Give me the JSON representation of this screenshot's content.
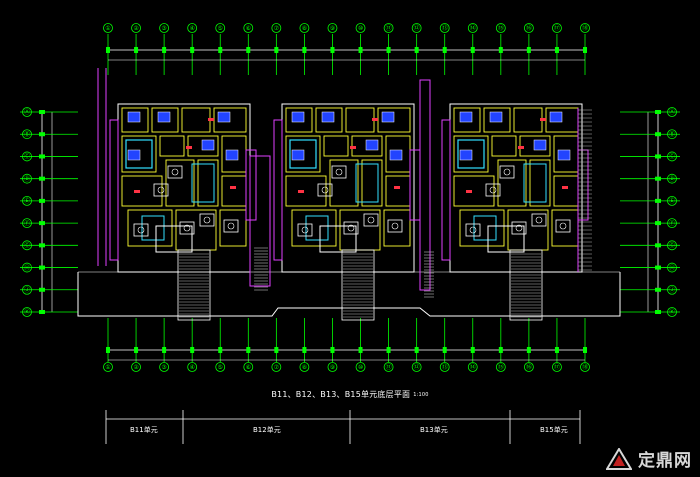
{
  "drawing": {
    "title": "B11、B12、B13、B15单元底层平面",
    "scale": "1:100",
    "units": [
      "B11单元",
      "B12单元",
      "B13单元",
      "B15单元"
    ],
    "top_axis_labels": [
      "①",
      "②",
      "③",
      "④",
      "⑤",
      "⑥",
      "⑦",
      "⑧",
      "⑨",
      "⑩",
      "⑪",
      "⑫",
      "⑬",
      "⑭",
      "⑮",
      "⑯",
      "⑰",
      "⑱"
    ],
    "bottom_axis_labels": [
      "①",
      "②",
      "③",
      "④",
      "⑤",
      "⑥",
      "⑦",
      "⑧",
      "⑨",
      "⑩",
      "⑪",
      "⑫",
      "⑬",
      "⑭",
      "⑮",
      "⑯",
      "⑰",
      "⑱"
    ],
    "left_axis_labels": [
      "Ⓐ",
      "Ⓑ",
      "Ⓒ",
      "Ⓓ",
      "Ⓔ",
      "Ⓕ",
      "Ⓖ",
      "Ⓗ",
      "Ⓙ",
      "Ⓚ"
    ],
    "right_axis_labels": [
      "Ⓐ",
      "Ⓑ",
      "Ⓒ",
      "Ⓓ",
      "Ⓔ",
      "Ⓕ",
      "Ⓖ",
      "Ⓗ",
      "Ⓙ",
      "Ⓚ"
    ]
  },
  "watermark": {
    "text": "定鼎网"
  },
  "colors": {
    "background": "#000000",
    "axis": "#00ff00",
    "wall": "#ffffff",
    "yellow": "#ffff33",
    "cyan": "#33e0ff",
    "magenta": "#e040ff",
    "blue": "#2244ff",
    "red": "#ff3344"
  }
}
